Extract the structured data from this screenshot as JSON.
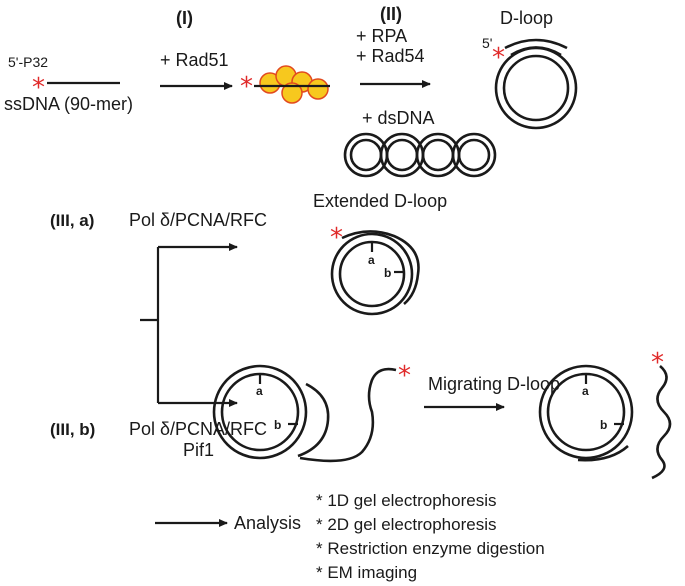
{
  "step1": {
    "label": "(I)",
    "reagent": "+ Rad51",
    "end_label": "5'-P32",
    "substrate": "ssDNA (90-mer)"
  },
  "step2": {
    "label": "(II)",
    "reagent1": "+ RPA",
    "reagent2": "+ Rad54",
    "reagent3": "+ dsDNA",
    "product": "D-loop",
    "end_label": "5'"
  },
  "step3a": {
    "label": "(III, a)",
    "reagent": "Pol δ/PCNA/RFC",
    "product": "Extended D-loop"
  },
  "step3b": {
    "label": "(III, b)",
    "reagent1": "Pol δ/PCNA/RFC",
    "reagent2": "Pif1",
    "product": "Migrating D-loop"
  },
  "markers": {
    "a": "a",
    "b": "b",
    "star": "*"
  },
  "analysis": {
    "label": "Analysis",
    "methods": [
      "* 1D gel electrophoresis",
      "* 2D gel electrophoresis",
      "* Restriction enzyme digestion",
      "* EM imaging"
    ]
  },
  "colors": {
    "label_star": "#e02a2a",
    "rad51_fill": "#f7c81e",
    "rad51_edge": "#e24a1f"
  }
}
